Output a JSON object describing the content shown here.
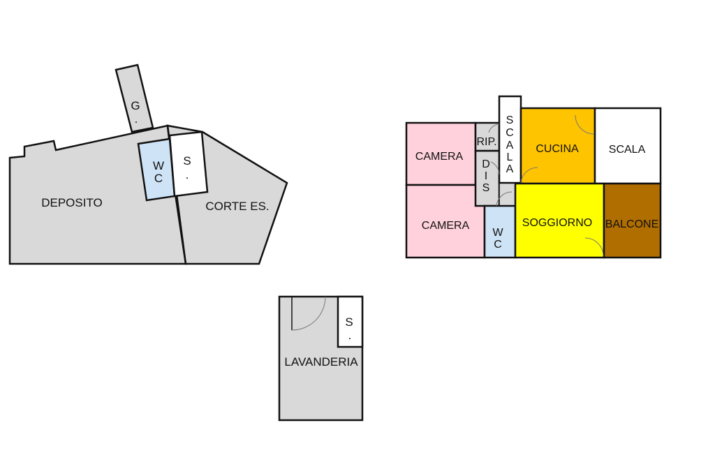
{
  "plan": {
    "colors": {
      "wall": "#111111",
      "service": "#d9d9d9",
      "bedroom": "#ffd1dc",
      "bathroom": "#cfe3f6",
      "kitchen": "#ffc400",
      "living": "#ffff00",
      "balcony": "#b06d00",
      "stair": "#ffffff"
    },
    "basement": {
      "deposito": "DEPOSITO",
      "corte": "CORTE ES.",
      "garage": [
        "G",
        "."
      ],
      "wc": [
        "W",
        "C"
      ],
      "storage": [
        "S",
        "."
      ]
    },
    "laundry": {
      "lavanderia": "LAVANDERIA",
      "storage": [
        "S",
        "."
      ]
    },
    "apartment": {
      "camera_top": "CAMERA",
      "camera_bottom": "CAMERA",
      "rip": "RIP.",
      "dis": [
        "D",
        "I",
        "S"
      ],
      "scala_vertical": [
        "S",
        "C",
        "A",
        "L",
        "A"
      ],
      "cucina": "CUCINA",
      "scala": "SCALA",
      "soggiorno": "SOGGIORNO",
      "balcone": "BALCONE",
      "wc": [
        "W",
        "C"
      ]
    }
  }
}
